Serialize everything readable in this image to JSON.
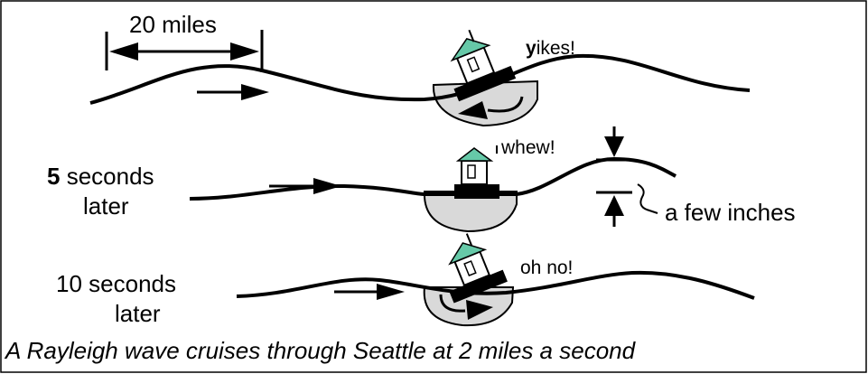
{
  "scale_label": "20 miles",
  "row2_label": {
    "bold": "5",
    "rest": " seconds",
    "line2": "later"
  },
  "row3_label": {
    "line1": "10 seconds",
    "line2": "later"
  },
  "exclaim_1": {
    "bold": "y",
    "rest": "ikes!"
  },
  "exclaim_2": "whew!",
  "exclaim_3": "oh no!",
  "amplitude_label": "a few inches",
  "caption": "A Rayleigh wave cruises through Seattle at 2 miles a second",
  "colors": {
    "roof": "#66c9a8",
    "hull": "#d9d9d9",
    "ink": "#000000"
  }
}
